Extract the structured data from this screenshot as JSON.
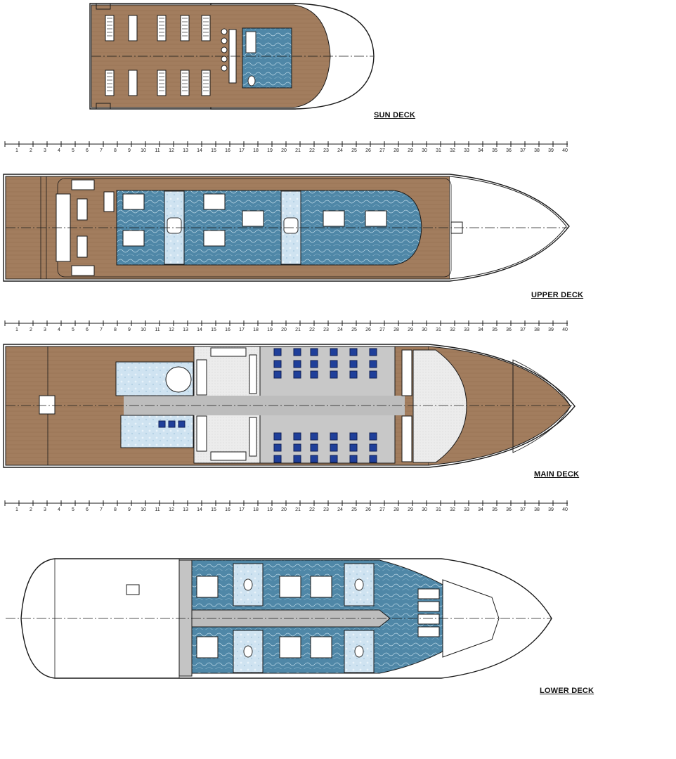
{
  "decks": {
    "sun": {
      "label": "SUN DECK"
    },
    "upper": {
      "label": "UPPER DECK"
    },
    "main": {
      "label": "MAIN DECK"
    },
    "lower": {
      "label": "LOWER DECK"
    }
  },
  "scale": {
    "ticks": [
      "1",
      "2",
      "3",
      "4",
      "5",
      "6",
      "7",
      "8",
      "9",
      "10",
      "11",
      "12",
      "13",
      "14",
      "15",
      "16",
      "17",
      "18",
      "19",
      "20",
      "21",
      "22",
      "23",
      "24",
      "25",
      "26",
      "27",
      "28",
      "29",
      "30",
      "31",
      "32",
      "33",
      "34",
      "35",
      "36",
      "37",
      "38",
      "39",
      "40"
    ]
  },
  "colors": {
    "wood": "#a27d5e",
    "cabin_blue": "#4f87a7",
    "floor_grey": "#bdbdbd",
    "seat_blue": "#1f3f9a",
    "outline": "#1a1a1a"
  }
}
